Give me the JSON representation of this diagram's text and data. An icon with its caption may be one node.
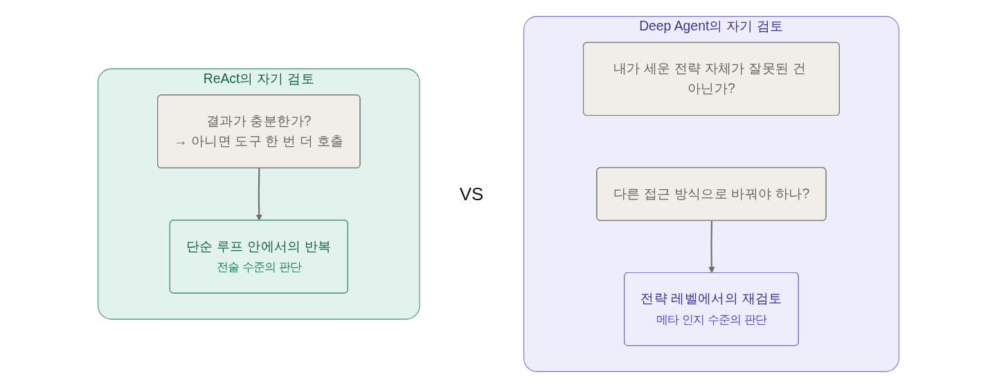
{
  "diagram": {
    "nodes": [
      {
        "text": [
          "ReAct의 자기 검토"
        ]
      },
      {
        "text": [
          "결과가 충분한가?",
          "→ 아니면 도구 한 번 더 호출"
        ],
        "in": 0
      },
      {
        "text": [
          "단순 루프 안에서의 반복",
          "전술 수준의 판단"
        ],
        "in": 0
      },
      {
        "text": [
          "Deep Agent의 자기 검토"
        ]
      },
      {
        "text": [
          "내가 세운 전략 자체가 잘못된 건 아닌가?"
        ],
        "in": 3
      },
      {
        "text": [
          "다른 접근 방식으로 바꿔야 하나?"
        ],
        "in": 3
      },
      {
        "text": [
          "전략 레벨에서의 재검토",
          "메타 인지 수준의 판단"
        ],
        "in": 3
      }
    ],
    "edges": [
      {
        "from": 1,
        "to": 2,
        "arrow": "to"
      },
      {
        "from": 5,
        "to": 6,
        "arrow": "to"
      }
    ],
    "labels": [
      "VS"
    ]
  }
}
